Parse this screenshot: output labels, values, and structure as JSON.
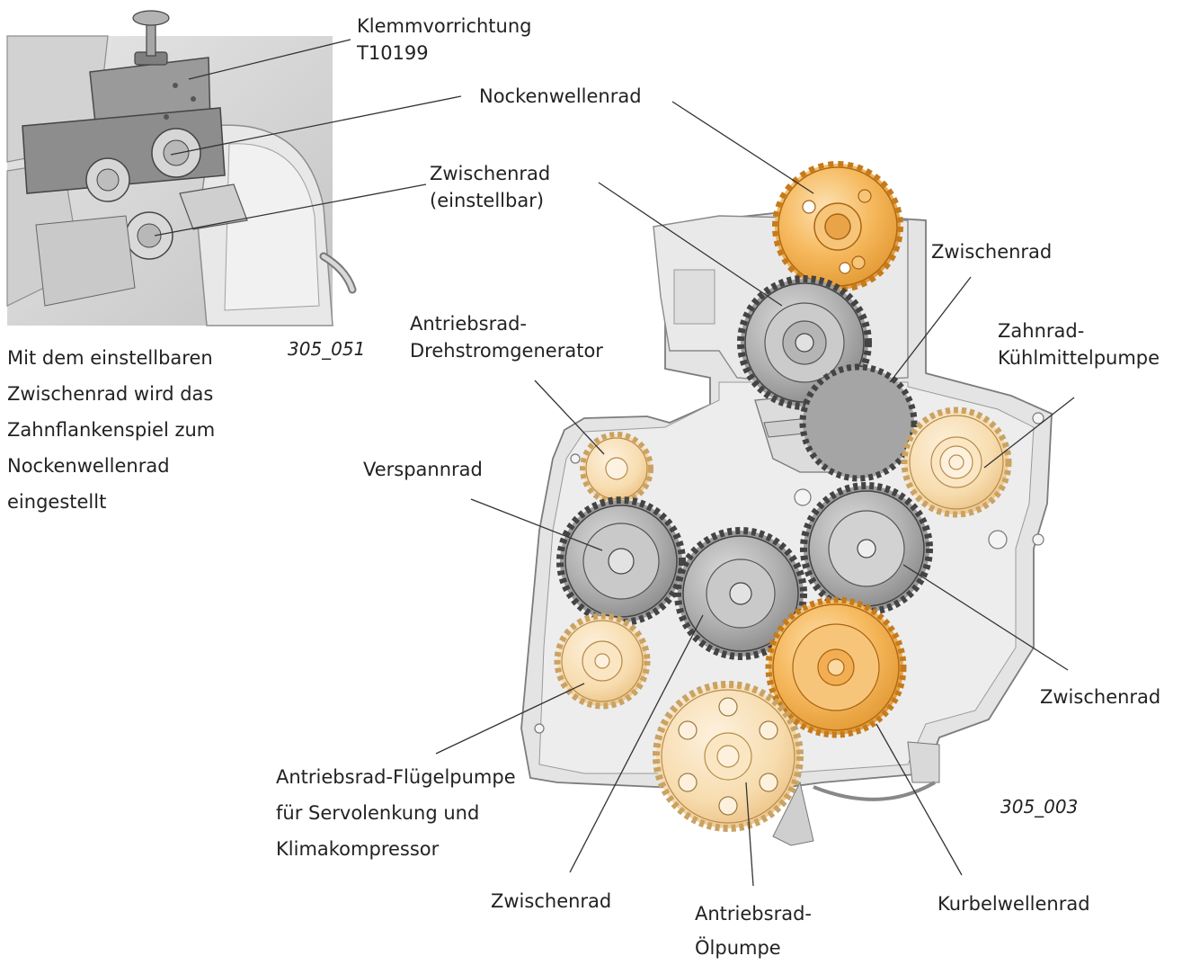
{
  "colors": {
    "gear_orange": "#f5b55c",
    "gear_light": "#f8d9a8",
    "gear_grey": "#a9a9a9",
    "housing": "#e6e6e6",
    "leader": "#333333"
  },
  "labels": {
    "klemm_1": "Klemmvorrichtung",
    "klemm_2": "T10199",
    "nockenwellenrad": "Nockenwellenrad",
    "zwischenrad_einstellbar_1": "Zwischenrad",
    "zwischenrad_einstellbar_2": "(einstellbar)",
    "zwischenrad_top": "Zwischenrad",
    "generator_1": "Antriebsrad-",
    "generator_2": "Drehstromgenerator",
    "kuehl_1": "Zahnrad-",
    "kuehl_2": "Kühlmittelpumpe",
    "verspannrad": "Verspannrad",
    "zwischenrad_right": "Zwischenrad",
    "fluegel_1": "Antriebsrad-Flügelpumpe",
    "fluegel_2": "für Servolenkung und",
    "fluegel_3": "Klimakompressor",
    "zwischenrad_bottom": "Zwischenrad",
    "oelpumpe_1": "Antriebsrad-",
    "oelpumpe_2": "Ölpumpe",
    "kurbel": "Kurbelwellenrad"
  },
  "figure_ids": {
    "left": "305_051",
    "right": "305_003"
  },
  "caption": [
    "Mit dem einstellbaren",
    "Zwischenrad wird das",
    "Zahnflankenspiel zum",
    "Nockenwellenrad",
    "eingestellt"
  ]
}
